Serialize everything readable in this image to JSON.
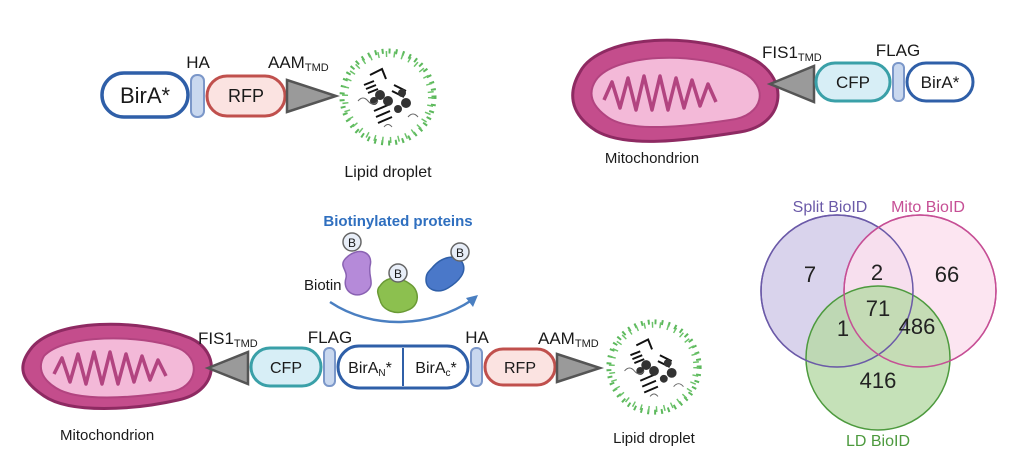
{
  "top_left": {
    "birA": "BirA*",
    "ha": "HA",
    "rfp": "RFP",
    "aam_main": "AAM",
    "aam_sub": "TMD",
    "lipid_droplet": "Lipid droplet"
  },
  "top_right": {
    "mitochondrion": "Mitochondrion",
    "fis1_main": "FIS1",
    "fis1_sub": "TMD",
    "flag": "FLAG",
    "cfp": "CFP",
    "birA": "BirA*"
  },
  "middle": {
    "biotinylated_proteins": "Biotinylated proteins",
    "biotin": "Biotin",
    "b_label": "B"
  },
  "bottom": {
    "mitochondrion": "Mitochondrion",
    "fis1_main": "FIS1",
    "fis1_sub": "TMD",
    "flag": "FLAG",
    "cfp": "CFP",
    "birAN_main": "BirA",
    "birAN_sub": "N",
    "birAC_main": "BirA",
    "birAC_sub": "c",
    "star": "*",
    "ha": "HA",
    "rfp": "RFP",
    "aam_main": "AAM",
    "aam_sub": "TMD",
    "lipid_droplet": "Lipid droplet"
  },
  "venn": {
    "split_label": "Split BioID",
    "mito_label": "Mito BioID",
    "ld_label": "LD BioID",
    "split_only": "7",
    "split_mito": "2",
    "mito_only": "66",
    "all_three": "71",
    "split_ld": "1",
    "mito_ld": "486",
    "ld_only": "416"
  },
  "colors": {
    "birA_stroke": "#2f5fa8",
    "rfp_stroke": "#c0504d",
    "rfp_fill": "#fbe3e1",
    "cfp_stroke": "#3aa0a8",
    "cfp_fill": "#d7eef6",
    "connector_fill": "#c9d8ef",
    "connector_stroke": "#7b97c9",
    "triangle_fill": "#9a9a9a",
    "mito_fill": "#c44d8c",
    "mito_inner": "#f3b9d8",
    "lipid_fill": "#ffffff",
    "lipid_stroke": "#5cb85c",
    "biotin_text": "#2f6fbf",
    "arrow": "#4a7fc1",
    "split_fill": "#d9d3ec",
    "mito_venn_fill": "#fbe1ee",
    "ld_fill": "#b7d9a6",
    "split_label_color": "#6b5aa8",
    "mito_label_color": "#c64f95",
    "ld_label_color": "#4d9a3e"
  }
}
